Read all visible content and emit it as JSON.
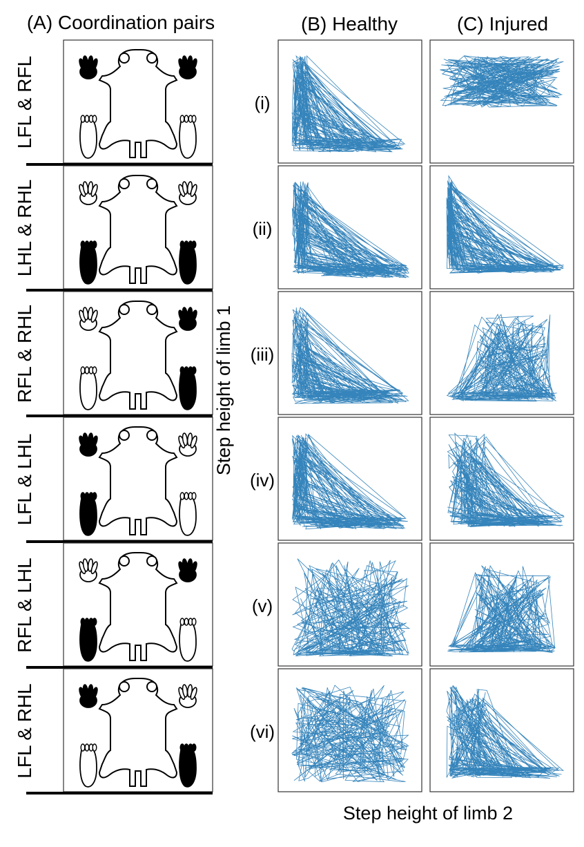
{
  "headers": {
    "a": "(A) Coordination pairs",
    "b": "(B) Healthy",
    "c": "(C) Injured"
  },
  "axis": {
    "y_label": "Step height of limb 1",
    "x_label": "Step height of limb 2"
  },
  "rows": [
    {
      "pair": "LFL & RFL",
      "roman": "(i)",
      "dark": [
        "LF",
        "RF"
      ]
    },
    {
      "pair": "LHL & RHL",
      "roman": "(ii)",
      "dark": [
        "LH",
        "RH"
      ]
    },
    {
      "pair": "RFL & RHL",
      "roman": "(iii)",
      "dark": [
        "RF",
        "RH"
      ]
    },
    {
      "pair": "LFL & LHL",
      "roman": "(iv)",
      "dark": [
        "LF",
        "LH"
      ]
    },
    {
      "pair": "RFL & LHL",
      "roman": "(v)",
      "dark": [
        "RF",
        "LH"
      ]
    },
    {
      "pair": "LFL & RHL",
      "roman": "(vi)",
      "dark": [
        "LF",
        "RH"
      ]
    }
  ],
  "colors": {
    "trace": "#1f77b4",
    "limb_dark": "#000000",
    "frame": "#333333"
  }
}
